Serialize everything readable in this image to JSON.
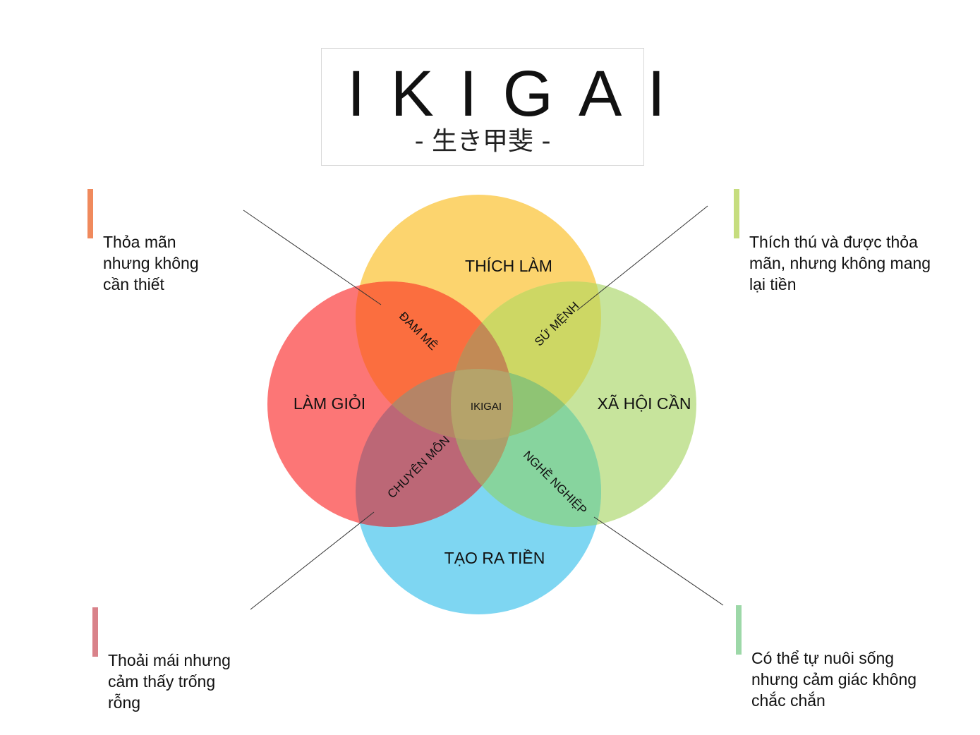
{
  "title": {
    "main": "IKIGAI",
    "subtitle": "- 生き甲斐 -"
  },
  "circles": [
    {
      "key": "love",
      "label": "THÍCH LÀM",
      "color": "#FCD46E"
    },
    {
      "key": "good_at",
      "label": "LÀM GIỎI",
      "color": "#FC7676"
    },
    {
      "key": "world_needs",
      "label": "XÃ HỘI CẦN",
      "color": "#C7E49C"
    },
    {
      "key": "paid_for",
      "label": "TẠO RA TIỀN",
      "color": "#7ED6F2"
    }
  ],
  "overlaps": {
    "passion": "ĐAM MÊ",
    "mission": "SỨ MỆNH",
    "profession": "CHUYÊN MÔN",
    "vocation": "NGHỀ NGHIỆP",
    "center": "IKIGAI"
  },
  "notes": {
    "top_left": {
      "text": "Thỏa mãn\nnhưng không\ncần thiết",
      "color": "#F08A5D"
    },
    "top_right": {
      "text": "Thích thú và được thỏa\nmãn, nhưng không mang\nlại tiền",
      "color": "#C6DD7E"
    },
    "bottom_left": {
      "text": "Thoải mái nhưng\ncảm thấy trống\nrỗng",
      "color": "#D9828A"
    },
    "bottom_right": {
      "text": "Có thể tự nuôi sống\nnhưng cảm giác không\nchắc chắn",
      "color": "#9DD8A8"
    }
  }
}
